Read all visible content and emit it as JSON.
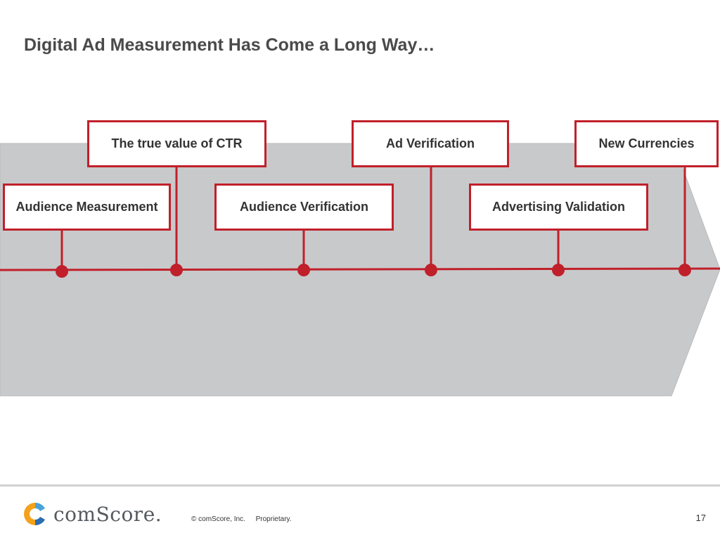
{
  "slide": {
    "title": "Digital Ad Measurement Has Come a Long Way…"
  },
  "timeline": {
    "milestones": [
      {
        "label": "Audience Measurement",
        "row": "bottom"
      },
      {
        "label": "The true value of CTR",
        "row": "top"
      },
      {
        "label": "Audience Verification",
        "row": "bottom"
      },
      {
        "label": "Ad Verification",
        "row": "top"
      },
      {
        "label": "Advertising Validation",
        "row": "bottom"
      },
      {
        "label": "New Currencies",
        "row": "top"
      }
    ]
  },
  "footer": {
    "logo_icon": "comscore-logo-icon",
    "logo_text": "comScore.",
    "copyright": "© comScore, Inc.",
    "proprietary": "Proprietary.",
    "page_number": "17"
  },
  "colors": {
    "accent": "#c0202a",
    "arrow_fill": "#c8c9cb",
    "title": "#4a4a4a"
  }
}
